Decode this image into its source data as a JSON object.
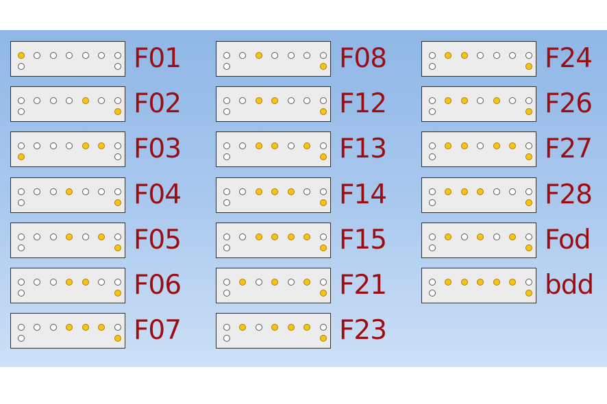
{
  "colors": {
    "dot_on": "#f4c518",
    "dot_off": "#ffffff",
    "label": "#9b0d10",
    "box": "#ececec"
  },
  "columns": [
    {
      "items": [
        {
          "label": "F01",
          "top": [
            1,
            0,
            0,
            0,
            0,
            0,
            0
          ],
          "bottom": [
            0,
            0
          ]
        },
        {
          "label": "F02",
          "top": [
            0,
            0,
            0,
            0,
            1,
            0,
            0
          ],
          "bottom": [
            0,
            1
          ]
        },
        {
          "label": "F03",
          "top": [
            0,
            0,
            0,
            0,
            1,
            1,
            0
          ],
          "bottom": [
            1,
            0
          ]
        },
        {
          "label": "F04",
          "top": [
            0,
            0,
            0,
            1,
            0,
            0,
            0
          ],
          "bottom": [
            0,
            1
          ]
        },
        {
          "label": "F05",
          "top": [
            0,
            0,
            0,
            1,
            0,
            1,
            0
          ],
          "bottom": [
            0,
            1
          ]
        },
        {
          "label": "F06",
          "top": [
            0,
            0,
            0,
            1,
            1,
            0,
            0
          ],
          "bottom": [
            0,
            1
          ]
        },
        {
          "label": "F07",
          "top": [
            0,
            0,
            0,
            1,
            1,
            1,
            0
          ],
          "bottom": [
            0,
            1
          ]
        }
      ]
    },
    {
      "items": [
        {
          "label": "F08",
          "top": [
            0,
            0,
            1,
            0,
            0,
            0,
            0
          ],
          "bottom": [
            0,
            1
          ]
        },
        {
          "label": "F12",
          "top": [
            0,
            0,
            1,
            1,
            0,
            0,
            0
          ],
          "bottom": [
            0,
            1
          ]
        },
        {
          "label": "F13",
          "top": [
            0,
            0,
            1,
            1,
            0,
            1,
            0
          ],
          "bottom": [
            0,
            1
          ]
        },
        {
          "label": "F14",
          "top": [
            0,
            0,
            1,
            1,
            1,
            0,
            0
          ],
          "bottom": [
            0,
            1
          ]
        },
        {
          "label": "F15",
          "top": [
            0,
            0,
            1,
            1,
            1,
            1,
            0
          ],
          "bottom": [
            0,
            1
          ]
        },
        {
          "label": "F21",
          "top": [
            0,
            1,
            0,
            1,
            0,
            1,
            0
          ],
          "bottom": [
            0,
            1
          ]
        },
        {
          "label": "F23",
          "top": [
            0,
            1,
            0,
            1,
            1,
            1,
            0
          ],
          "bottom": [
            0,
            1
          ]
        }
      ]
    },
    {
      "items": [
        {
          "label": "F24",
          "top": [
            0,
            1,
            1,
            0,
            0,
            0,
            0
          ],
          "bottom": [
            0,
            1
          ]
        },
        {
          "label": "F26",
          "top": [
            0,
            1,
            1,
            0,
            1,
            0,
            0
          ],
          "bottom": [
            0,
            1
          ]
        },
        {
          "label": "F27",
          "top": [
            0,
            1,
            1,
            0,
            1,
            1,
            0
          ],
          "bottom": [
            0,
            1
          ]
        },
        {
          "label": "F28",
          "top": [
            0,
            1,
            1,
            1,
            0,
            0,
            0
          ],
          "bottom": [
            0,
            1
          ]
        },
        {
          "label": "Fod",
          "top": [
            0,
            1,
            0,
            1,
            0,
            1,
            0
          ],
          "bottom": [
            0,
            1
          ]
        },
        {
          "label": "bdd",
          "top": [
            0,
            1,
            1,
            1,
            1,
            1,
            0
          ],
          "bottom": [
            0,
            1
          ]
        }
      ]
    }
  ]
}
